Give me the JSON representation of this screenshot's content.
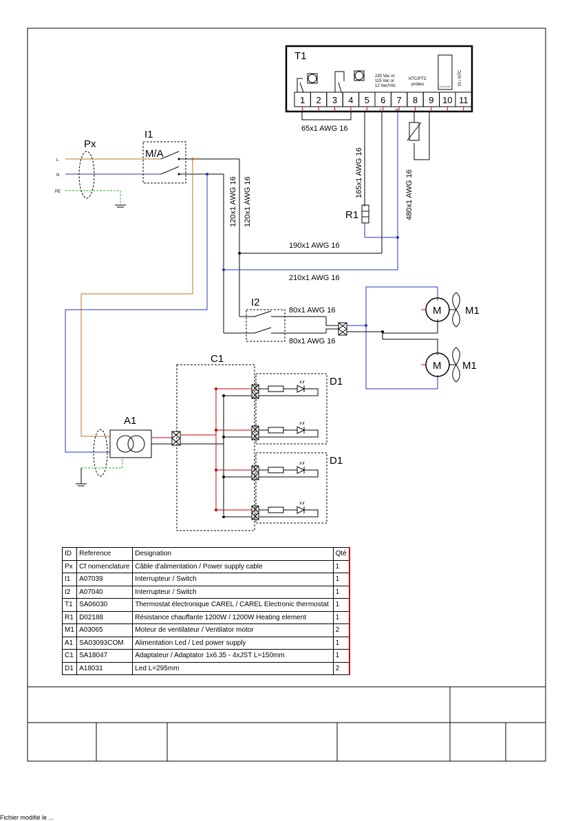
{
  "colors": {
    "brown": "#b8742a",
    "blue": "#2233bb",
    "red": "#d01010",
    "green": "#22aa22",
    "black": "#000000"
  },
  "thermostat": {
    "id": "T1",
    "terminals": [
      "1",
      "2",
      "3",
      "4",
      "5",
      "6",
      "7",
      "8",
      "9",
      "10",
      "11"
    ],
    "supply_label": [
      "230 Vac or",
      "115 Vac or",
      "12 Vac/Vdc"
    ],
    "probes_label": [
      "NTC/PTC",
      "probes"
    ],
    "di_label": "DI / NTC",
    "small_marks": [
      "L",
      "N"
    ]
  },
  "components": {
    "px": "Px",
    "i1": "I1",
    "i1_switch": "M/A",
    "i2": "I2",
    "r1": "R1",
    "m1_top": "M1",
    "m1_bottom": "M1",
    "motor_symbol": "M",
    "c1": "C1",
    "a1": "A1",
    "d1_top": "D1",
    "d1_bottom": "D1"
  },
  "mains": {
    "l": "L",
    "n": "N",
    "pe": "PE"
  },
  "cables": {
    "c65": "65x1 AWG 16",
    "c120a": "120x1 AWG 16",
    "c120b": "120x1 AWG 16",
    "c165": "165x1 AWG 16",
    "c480": "480x1 AWG 16",
    "c190": "190x1 AWG 16",
    "c210": "210x1 AWG 16",
    "c80a": "80x1 AWG 16",
    "c80b": "80x1 AWG 16"
  },
  "bom": {
    "headers": [
      "ID",
      "Reference",
      "Designation",
      "Qté"
    ],
    "rows": [
      [
        "Px",
        "Cf nomenclature",
        "Câble d'alimentation / Power supply cable",
        "1"
      ],
      [
        "I1",
        "A07039",
        "Interrupteur / Switch",
        "1"
      ],
      [
        "I2",
        "A07040",
        "Interrupteur / Switch",
        "1"
      ],
      [
        "T1",
        "SA06030",
        "Thermostat électronique CAREL / CAREL Electronic thermostat",
        "1"
      ],
      [
        "R1",
        "D02188",
        "Résistance chauffante 1200W / 1200W Heating element",
        "1"
      ],
      [
        "M1",
        "A03065",
        "Moteur de ventilateur / Ventilator motor",
        "2"
      ],
      [
        "A1",
        "SA03093COM",
        "Alimentation Led / Led power supply",
        "1"
      ],
      [
        "C1",
        "SA18047",
        "Adaptateur / Adaptator  1x6.35 - 4xJST  L=150mm",
        "1"
      ],
      [
        "D1",
        "A18031",
        "Led L=295mm",
        "2"
      ]
    ]
  },
  "footer_note": "Fichier modifié le ..."
}
